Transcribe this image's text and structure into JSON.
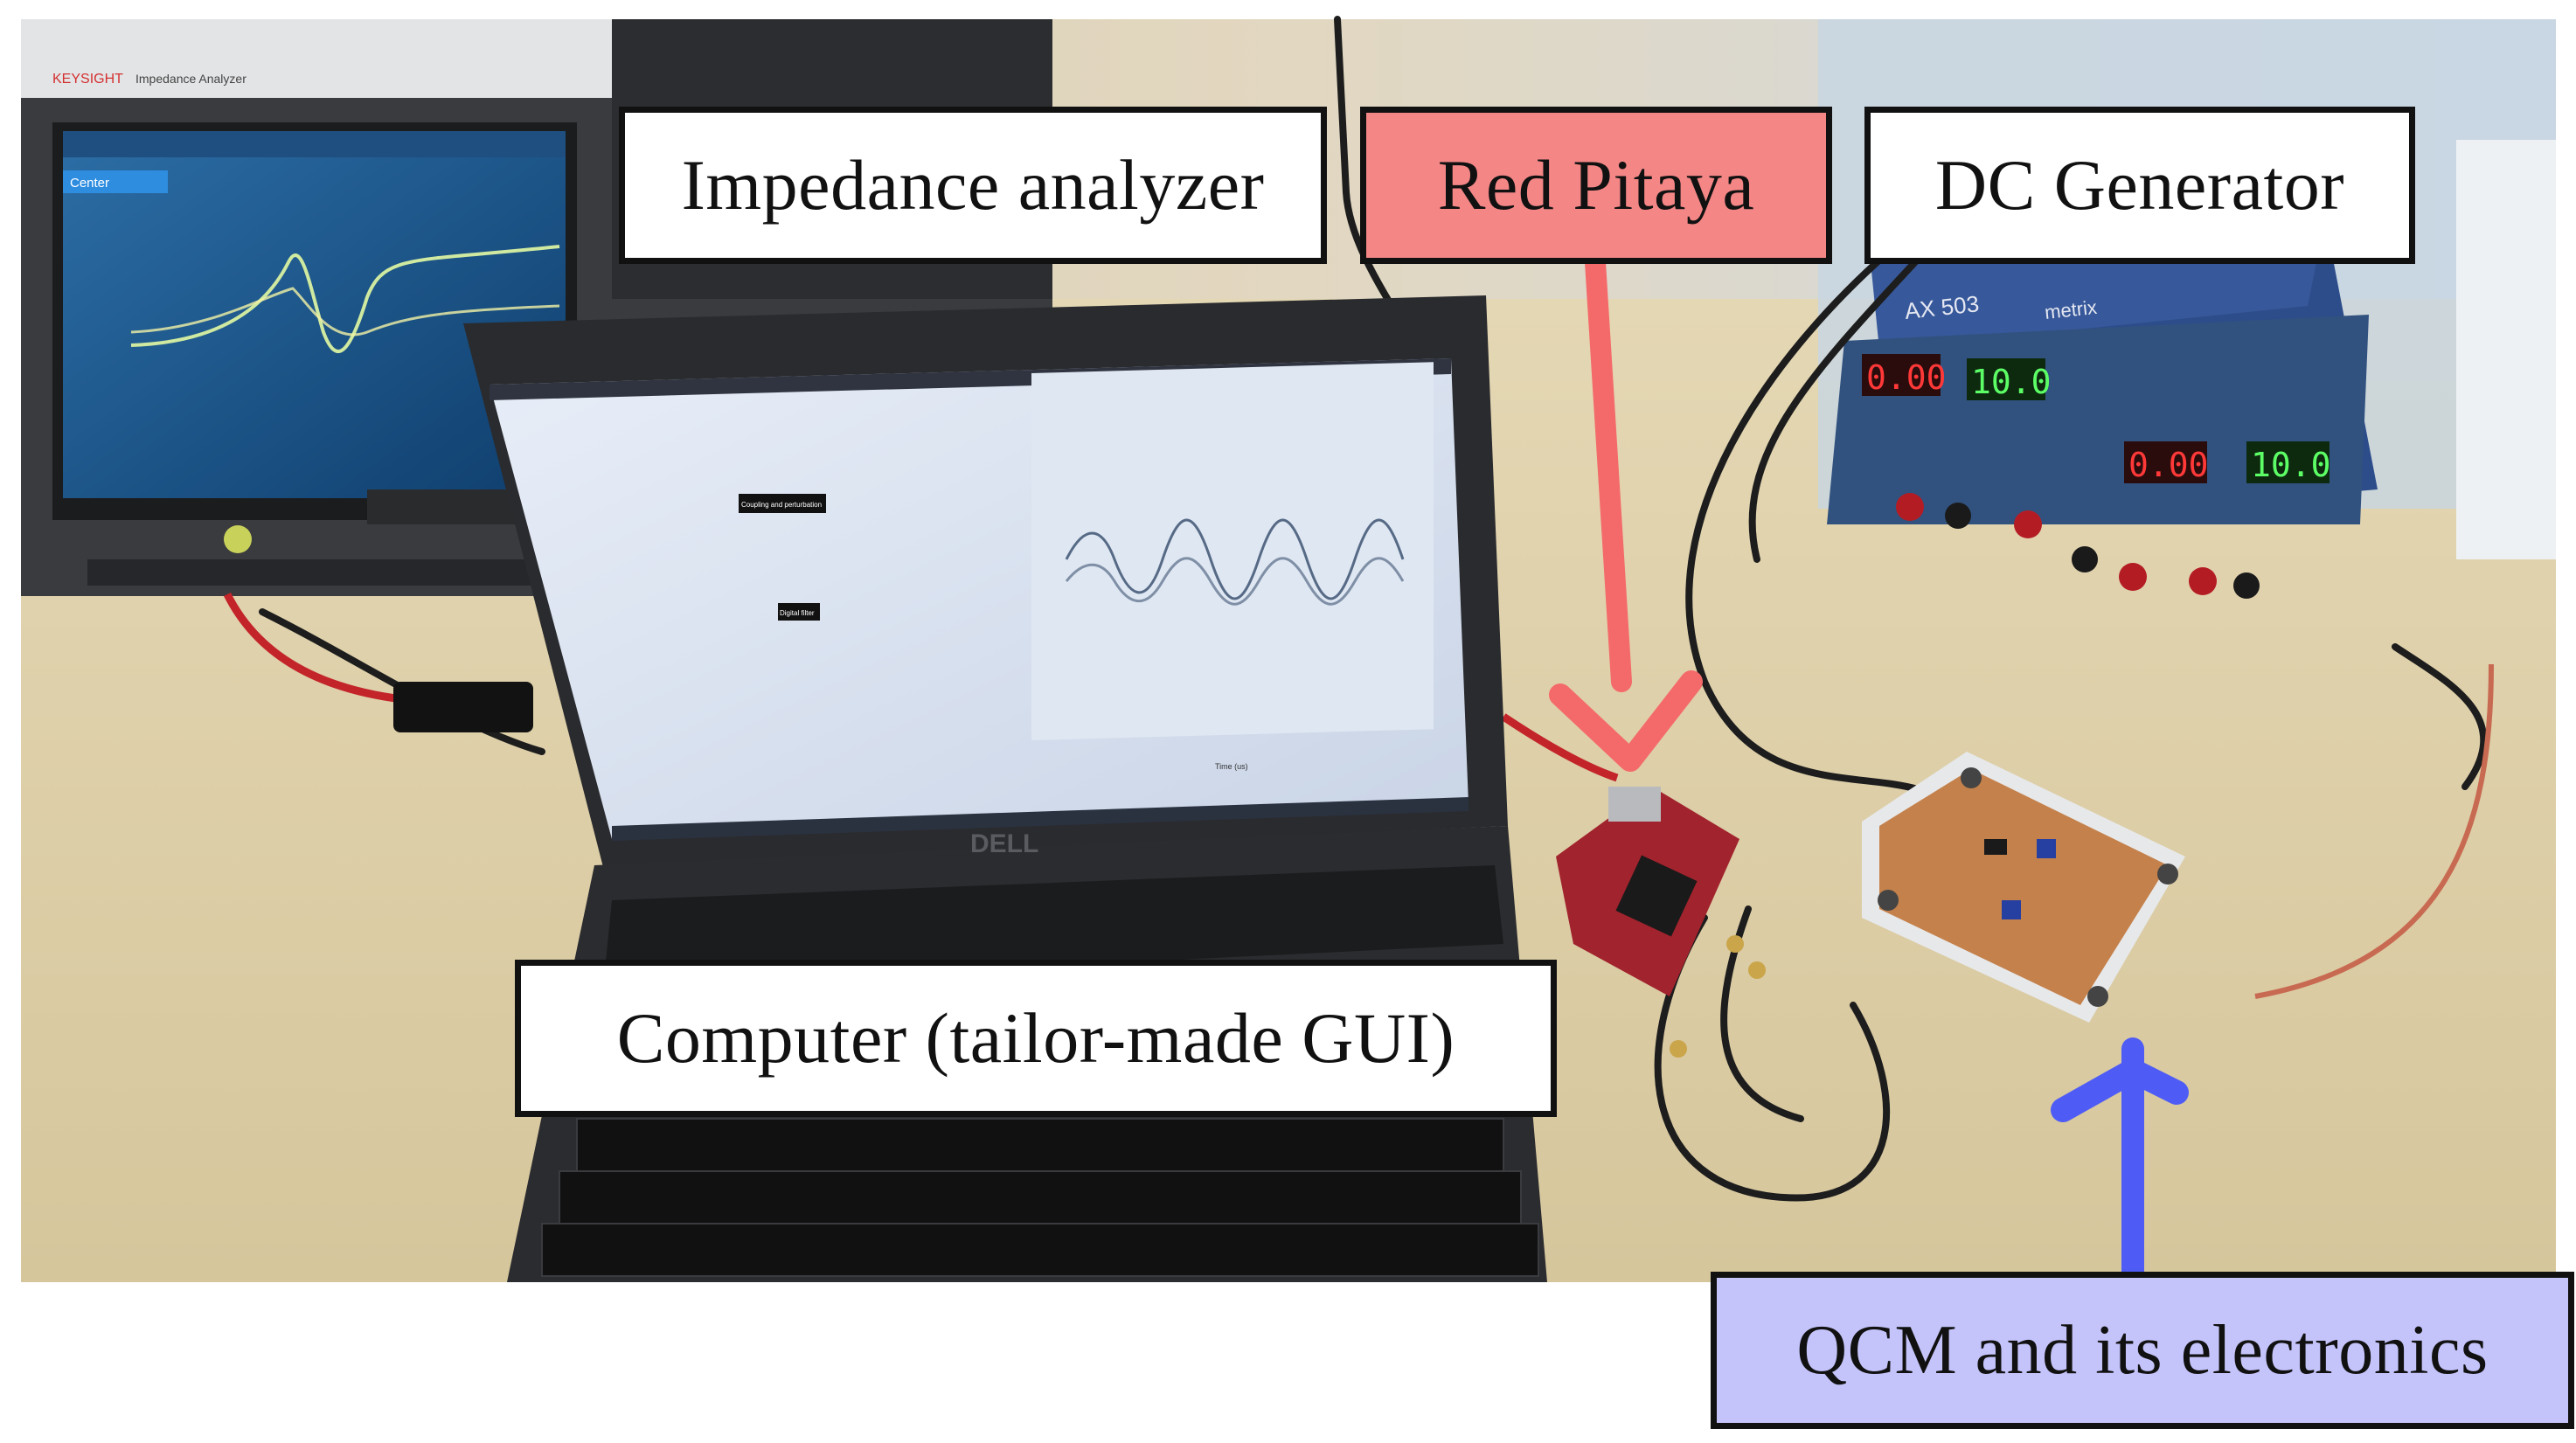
{
  "labels": {
    "impedance_analyzer": "Impedance analyzer",
    "red_pitaya": "Red Pitaya",
    "dc_generator": "DC Generator",
    "computer": "Computer (tailor-made GUI)",
    "qcm": "QCM and its electronics"
  },
  "screen_text": {
    "analyzer_brand": "KEYSIGHT",
    "analyzer_model": "Impedance Analyzer",
    "analyzer_center": "Center",
    "power_supply_model": "AX 503",
    "power_supply_brand": "metrix",
    "readout_left_current": "0.00",
    "readout_left_voltage": "10.0",
    "readout_right_current": "0.00",
    "readout_right_voltage": "10.0",
    "laptop_brand": "DELL",
    "gui_button_1": "Coupling and perturbation",
    "gui_button_2": "Digital filter",
    "gui_plot_xlabel": "Time (us)"
  },
  "colors": {
    "red_pitaya_fill": "#f48686",
    "red_arrow": "#f46a6a",
    "qcm_fill": "#c4c4fb",
    "blue_arrow": "#4e5cf5"
  }
}
